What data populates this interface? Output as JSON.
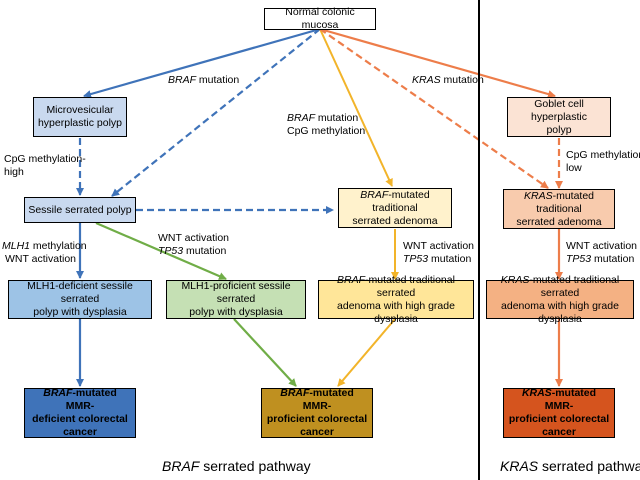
{
  "colors": {
    "blue": "#3f73b9",
    "green": "#70ad47",
    "yellow": "#f2b42a",
    "orange": "#ed7d4a"
  },
  "nodes": {
    "normal": {
      "text": "Normal colonic mucosa"
    },
    "microvesicular": {
      "line1": "Microvesicular",
      "line2": "hyperplastic polyp"
    },
    "sessile": {
      "text": "Sessile serrated polyp"
    },
    "goblet": {
      "line1": "Goblet cell hyperplastic",
      "line2": "polyp"
    },
    "braf_tsa": {
      "line1_it": "BRAF",
      "line1_rest": "-mutated traditional",
      "line2": "serrated adenoma"
    },
    "kras_tsa": {
      "line1_it": "KRAS",
      "line1_rest": "-mutated traditional",
      "line2": "serrated adenoma"
    },
    "mlh1_def": {
      "line1": "MLH1-deficient sessile serrated",
      "line2": "polyp with dysplasia"
    },
    "mlh1_prof": {
      "line1": "MLH1-proficient sessile serrated",
      "line2": "polyp with dysplasia"
    },
    "braf_tsa_hgd": {
      "line1_it": "BRAF",
      "line1_rest": "-mutated traditional serrated",
      "line2": "adenoma with high grade dysplasia"
    },
    "kras_tsa_hgd": {
      "line1_it": "KRAS",
      "line1_rest": "-mutated traditional serrated",
      "line2": "adenoma with high grade dysplasia"
    },
    "braf_mmr_def": {
      "line1_it": "BRAF",
      "line1_rest": "-mutated MMR-",
      "line2": "deficient colorectal",
      "line3": "cancer"
    },
    "braf_mmr_prof": {
      "line1_it": "BRAF",
      "line1_rest": "-mutated MMR-",
      "line2": "proficient colorectal",
      "line3": "cancer"
    },
    "kras_mmr_prof": {
      "line1_it": "KRAS",
      "line1_rest": "-mutated MMR-",
      "line2": "proficient colorectal",
      "line3": "cancer"
    }
  },
  "labels": {
    "braf_mut_left": {
      "it": "BRAF",
      "rest": " mutation"
    },
    "kras_mut": {
      "it": "KRAS",
      "rest": " mutation"
    },
    "braf_cpg": {
      "line1_it": "BRAF",
      "line1_rest": " mutation",
      "line2": "CpG methylation"
    },
    "cpg_high": {
      "line1": "CpG methylation-",
      "line2": "high"
    },
    "cpg_low": {
      "line1": "CpG methylation-",
      "line2": "low"
    },
    "mlh1_meth": {
      "line1_it": "MLH1",
      "line1_rest": " methylation",
      "line2": "WNT activation"
    },
    "wnt_tp53_mid": {
      "line1": "WNT activation",
      "line2_it": "TP53",
      "line2_rest": " mutation"
    },
    "wnt_tp53_braf": {
      "line1": "WNT activation",
      "line2_it": "TP53",
      "line2_rest": " mutation"
    },
    "wnt_tp53_kras": {
      "line1": "WNT activation",
      "line2_it": "TP53",
      "line2_rest": " mutation"
    }
  },
  "pathways": {
    "braf": {
      "it": "BRAF",
      "rest": " serrated pathway"
    },
    "kras": {
      "it": "KRAS",
      "rest": " serrated pathway"
    }
  }
}
